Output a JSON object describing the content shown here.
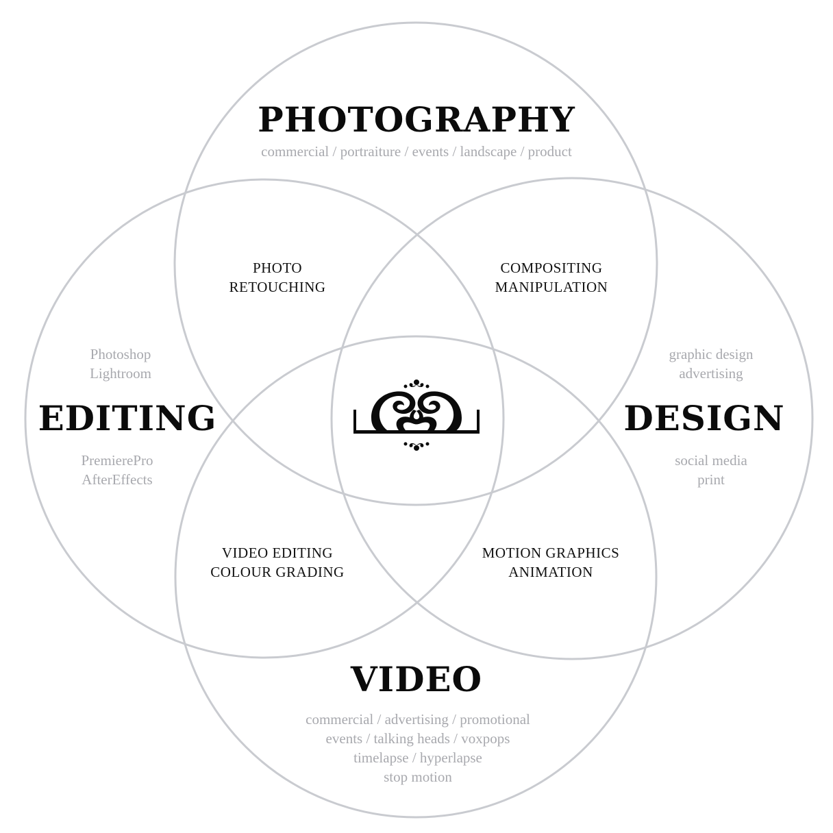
{
  "circles": {
    "photography": {
      "title": "PHOTOGRAPHY",
      "lines": [
        "commercial / portraiture / events / landscape / product"
      ]
    },
    "editing": {
      "title": "EDITING",
      "lines_top": [
        "Photoshop",
        "Lightroom"
      ],
      "lines_bottom": [
        "PremierePro",
        "AfterEffects"
      ]
    },
    "design": {
      "title": "DESIGN",
      "lines_top": [
        "graphic design",
        "advertising"
      ],
      "lines_bottom": [
        "social media",
        "print"
      ]
    },
    "video": {
      "title": "VIDEO",
      "lines": [
        "commercial / advertising / promotional",
        "events / talking heads / voxpops",
        "timelapse / hyperlapse",
        "stop motion"
      ]
    }
  },
  "overlaps": {
    "photo_editing": [
      "PHOTO",
      "RETOUCHING"
    ],
    "photo_design": [
      "COMPOSITING",
      "MANIPULATION"
    ],
    "video_editing": [
      "VIDEO EDITING",
      "COLOUR GRADING"
    ],
    "video_design": [
      "MOTION GRAPHICS",
      "ANIMATION"
    ]
  },
  "colors": {
    "circle_stroke": "#c9cbd0",
    "title": "#0b0b0b",
    "subtext": "#a8a9ae",
    "overlap_text": "#111111"
  },
  "center_logo": {
    "icon": "ornamental-monogram-logo"
  }
}
